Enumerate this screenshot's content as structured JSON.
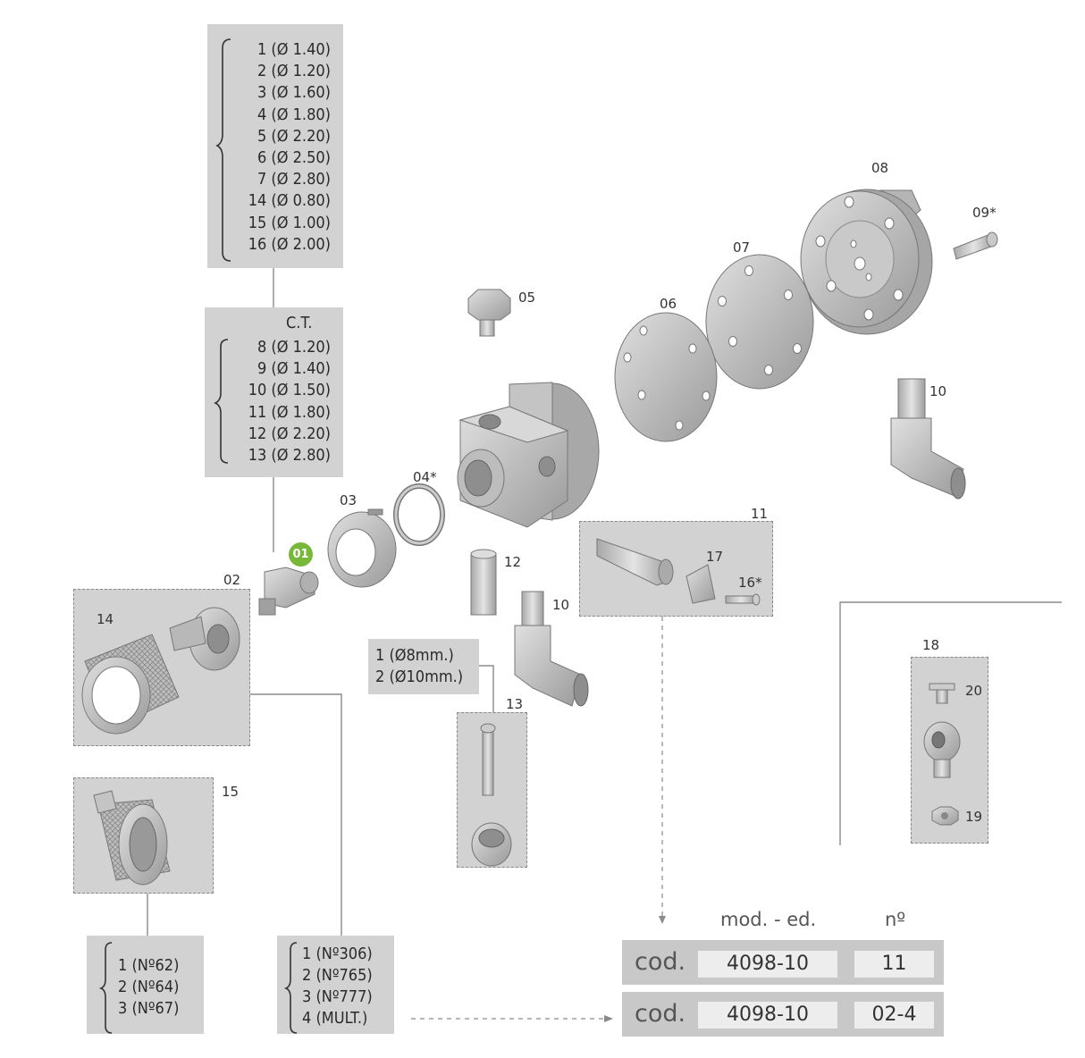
{
  "lists": {
    "nozzles_01": [
      "1 (Ø 1.40)",
      "2 (Ø 1.20)",
      "3 (Ø 1.60)",
      "4 (Ø 1.80)",
      "5 (Ø 2.20)",
      "6 (Ø 2.50)",
      "7 (Ø 2.80)",
      "14 (Ø 0.80)",
      "15 (Ø 1.00)",
      "16 (Ø 2.00)"
    ],
    "ct_title": "C.T.",
    "nozzles_ct": [
      "8 (Ø 1.20)",
      "9 (Ø 1.40)",
      "10 (Ø 1.50)",
      "11 (Ø 1.80)",
      "12 (Ø 2.20)",
      "13 (Ø 2.80)"
    ],
    "hose_13": [
      "1 (Ø8mm.)",
      "2 (Ø10mm.)"
    ],
    "nuts_15": [
      "1 (Nº62)",
      "2 (Nº64)",
      "3 (Nº67)"
    ],
    "nuts_14": [
      "1 (Nº306)",
      "2 (Nº765)",
      "3 (Nº777)",
      "4 (MULT.)"
    ]
  },
  "labels": {
    "p01": "01",
    "p02": "02",
    "p03": "03",
    "p04": "04*",
    "p05": "05",
    "p06": "06",
    "p07": "07",
    "p08": "08",
    "p09": "09*",
    "p10a": "10",
    "p10b": "10",
    "p11": "11",
    "p12": "12",
    "p13": "13",
    "p14": "14",
    "p15": "15",
    "p16": "16*",
    "p17": "17",
    "p18": "18",
    "p19": "19",
    "p20": "20"
  },
  "codes": {
    "hdr_mod": "mod. - ed.",
    "hdr_num": "nº",
    "rows": [
      {
        "label": "cod.",
        "code": "4098-10",
        "num": "11"
      },
      {
        "label": "cod.",
        "code": "4098-10",
        "num": "02-4"
      }
    ]
  },
  "colors": {
    "box": "#d2d2d2",
    "badge": "#78b839",
    "part": "#bdbdbd"
  }
}
